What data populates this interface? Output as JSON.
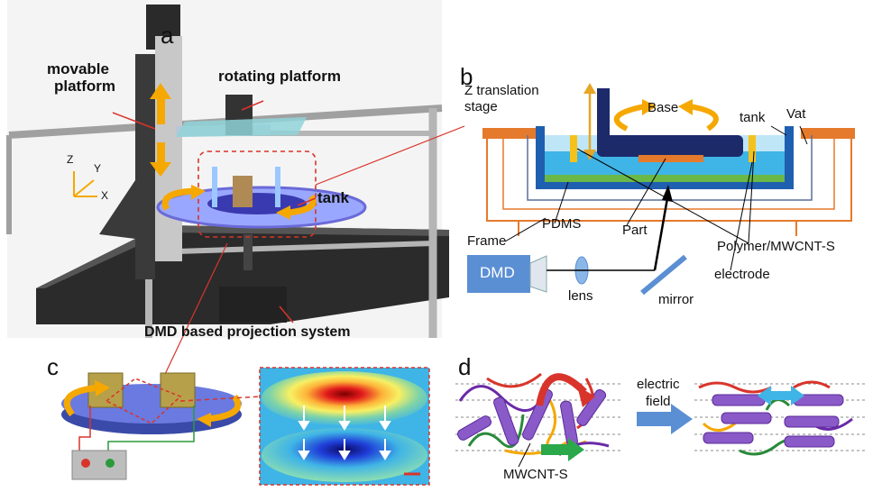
{
  "panel_a": {
    "letter": "a",
    "labels": {
      "movable_line1": "movable",
      "movable_line2": "platform",
      "rotating": "rotating platform",
      "tank": "tank",
      "dmd_system": "DMD based projection system"
    },
    "axes": {
      "z": "Z",
      "y": "Y",
      "x": "X"
    }
  },
  "panel_b": {
    "letter": "b",
    "labels": {
      "z_stage_line1": "Z translation",
      "z_stage_line2": "stage",
      "base": "Base",
      "tank": "tank",
      "vat": "Vat",
      "frame": "Frame",
      "pdms": "PDMS",
      "part": "Part",
      "polymer": "Polymer/MWCNT-S",
      "electrode": "electrode",
      "dmd": "DMD",
      "lens": "lens",
      "mirror": "mirror"
    }
  },
  "panel_c": {
    "letter": "c"
  },
  "panel_d": {
    "letter": "d",
    "labels": {
      "field_line1": "electric",
      "field_line2": "field",
      "mwcnt": "MWCNT-S"
    }
  },
  "colors": {
    "orange_arrow": "#f5a800",
    "water_blue": "#3fb4e6",
    "tank_blue": "#1f5fb0",
    "vat_orange": "#e57a2c",
    "pdms_green": "#6ab845",
    "dmd_box": "#5b8fd4"
  }
}
